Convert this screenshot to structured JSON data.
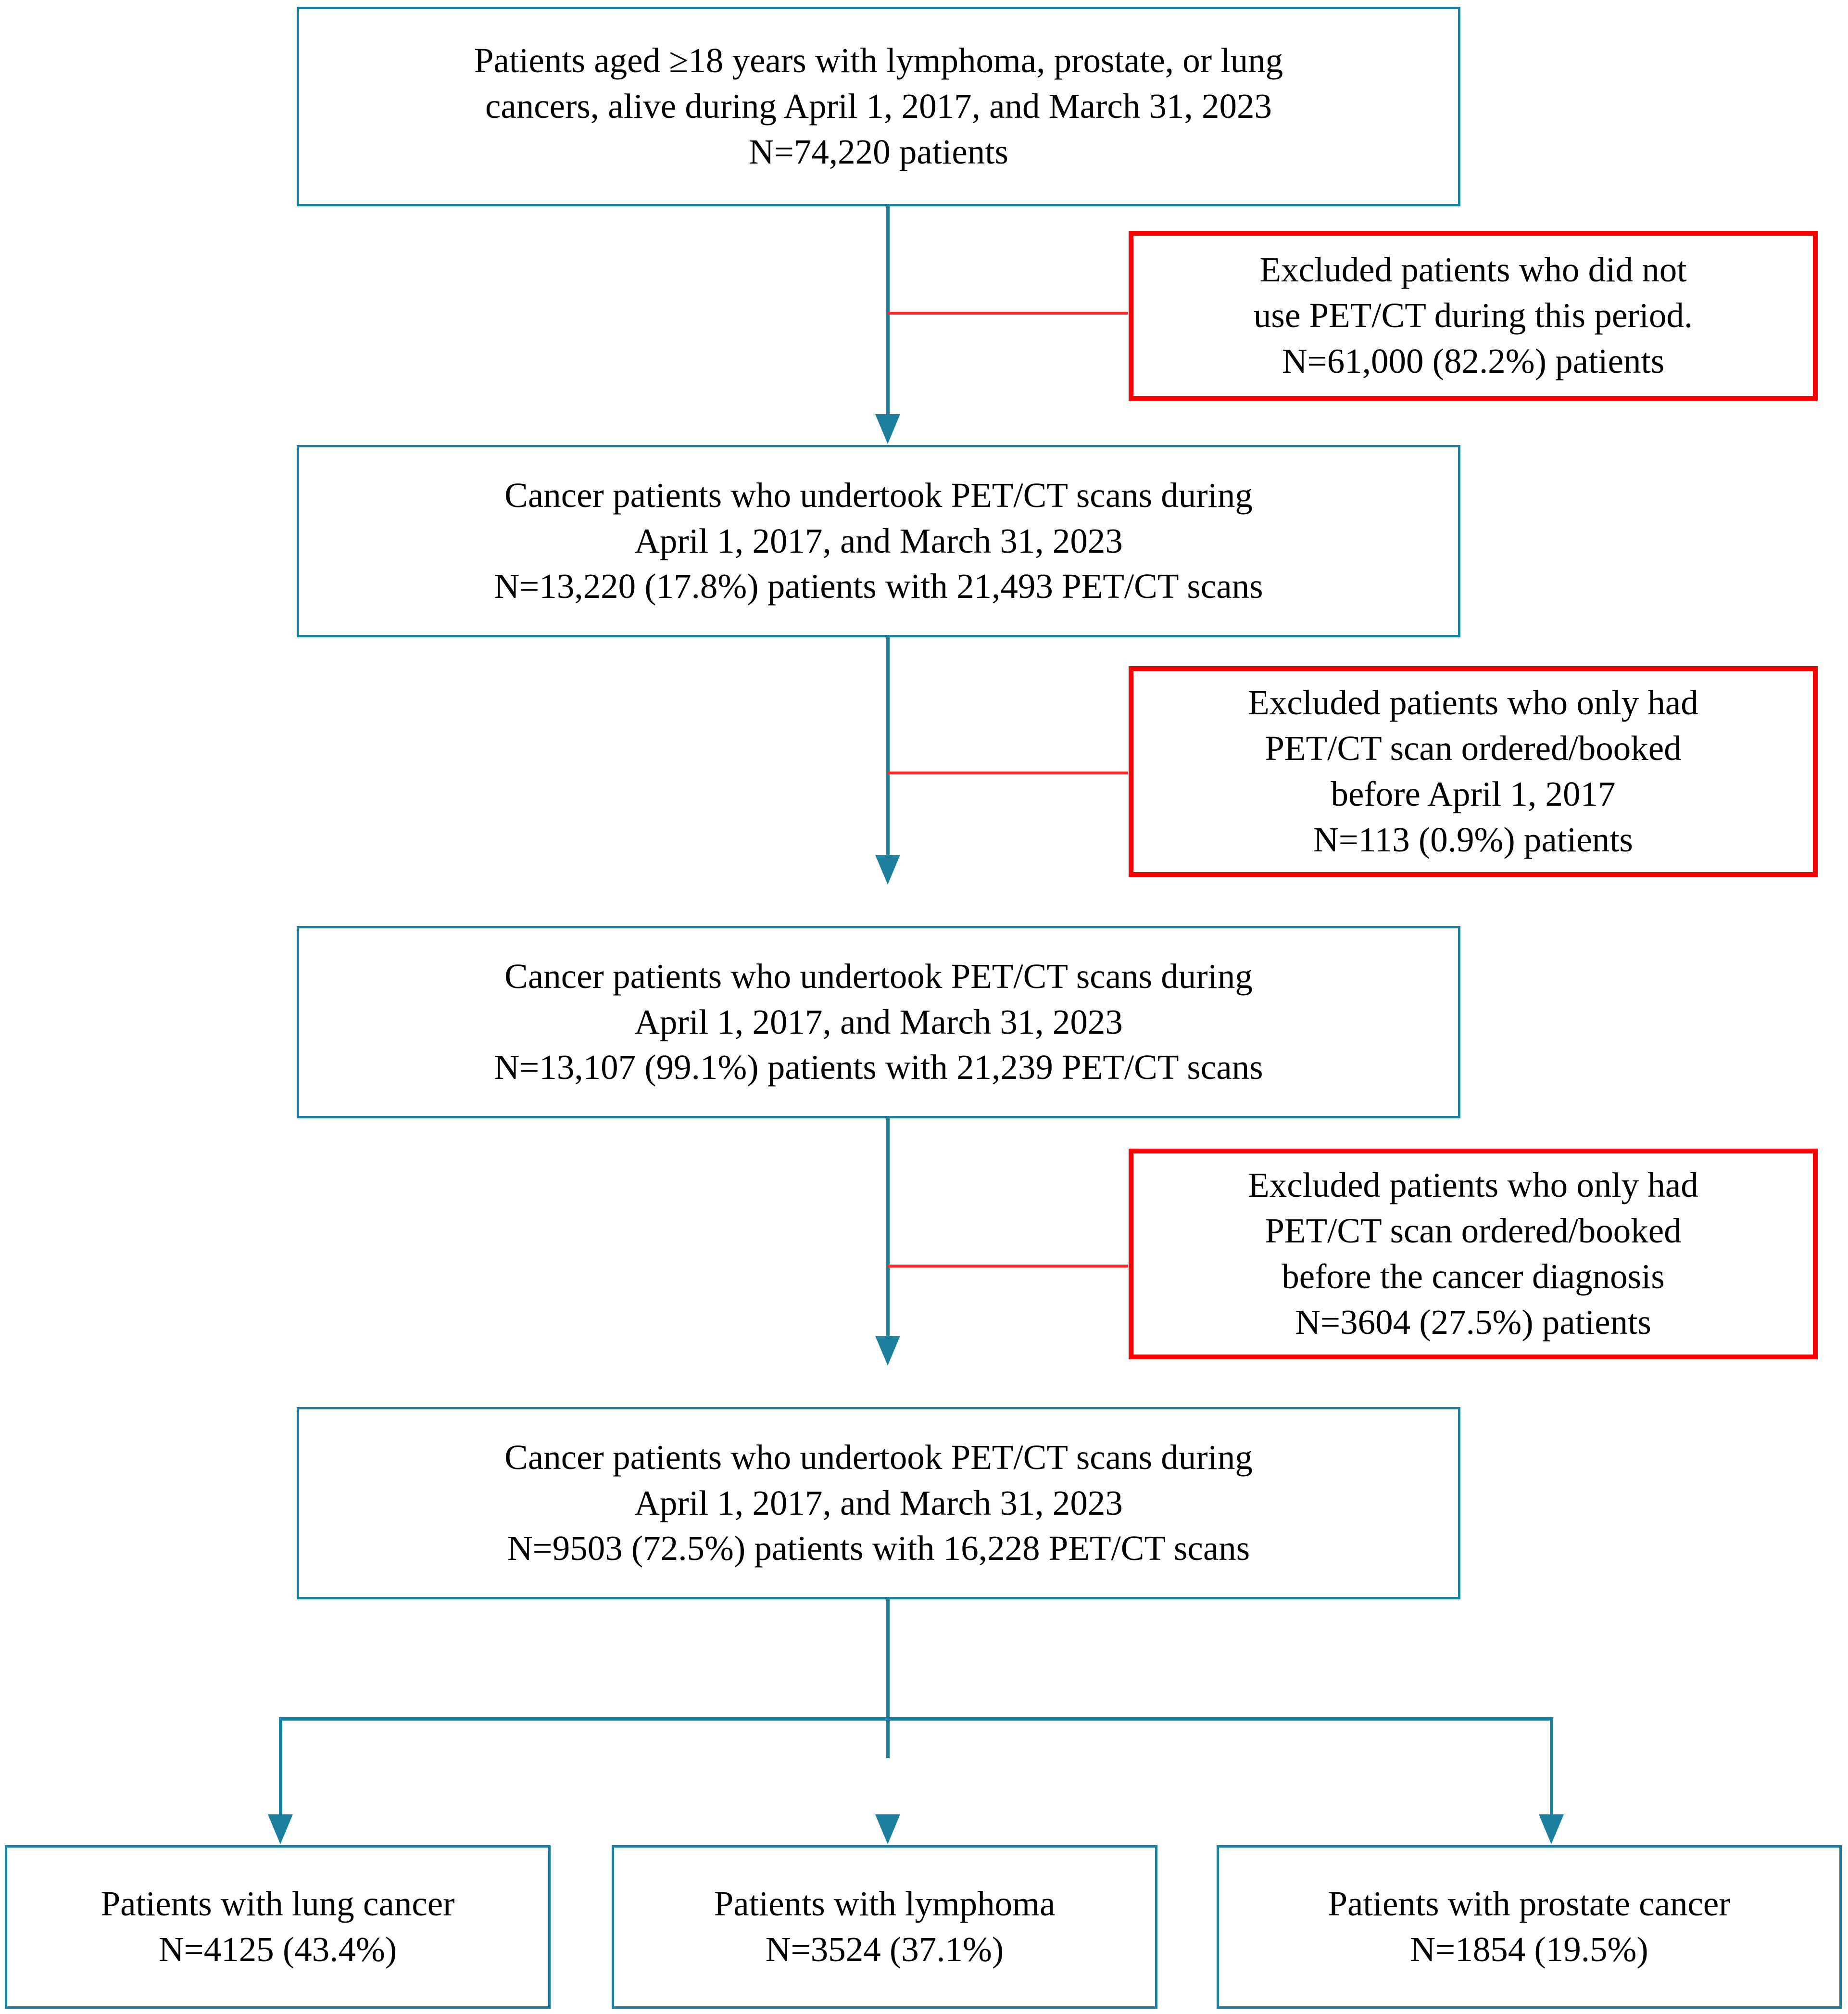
{
  "diagram": {
    "title": "PET/CT cancer patient cohort selection flowchart",
    "colors": {
      "box_blue": "#1c7f9e",
      "box_red": "#ff0000",
      "connector_blue": "#1c7f9e",
      "connector_red": "#ff2a2a",
      "text": "#000000",
      "background": "#ffffff"
    },
    "stages": [
      {
        "id": "stage-1-source-population",
        "lines": [
          "Patients aged ≥18 years with lymphoma, prostate, or lung",
          "cancers, alive during April 1, 2017, and March 31, 2023",
          "N=74,220 patients"
        ]
      },
      {
        "id": "stage-2-pet-ct-users",
        "lines": [
          "Cancer patients who undertook PET/CT scans during",
          "April 1, 2017, and March 31, 2023",
          "N=13,220 (17.8%) patients with 21,493 PET/CT scans"
        ]
      },
      {
        "id": "stage-3-after-pre-2017-exclusion",
        "lines": [
          "Cancer patients who undertook PET/CT scans during",
          "April 1, 2017, and March 31, 2023",
          "N=13,107 (99.1%) patients with 21,239 PET/CT scans"
        ]
      },
      {
        "id": "stage-4-final-cohort",
        "lines": [
          "Cancer patients who undertook PET/CT scans during",
          "April 1, 2017, and March 31, 2023",
          "N=9503 (72.5%) patients with 16,228 PET/CT scans"
        ]
      }
    ],
    "exclusions": [
      {
        "id": "exclusion-1-no-pet-ct",
        "lines": [
          "Excluded patients who did not",
          "use PET/CT during this period.",
          "N=61,000 (82.2%) patients"
        ]
      },
      {
        "id": "exclusion-2-booked-before-april-2017",
        "lines": [
          "Excluded patients who only had",
          "PET/CT scan ordered/booked",
          "before April 1, 2017",
          "N=113 (0.9%) patients"
        ]
      },
      {
        "id": "exclusion-3-booked-before-diagnosis",
        "lines": [
          "Excluded patients who only had",
          "PET/CT scan ordered/booked",
          "before the cancer diagnosis",
          "N=3604 (27.5%) patients"
        ]
      }
    ],
    "terminals": [
      {
        "id": "terminal-lung-cancer",
        "lines": [
          "Patients with lung cancer",
          "N=4125 (43.4%)"
        ]
      },
      {
        "id": "terminal-lymphoma",
        "lines": [
          "Patients with lymphoma",
          "N=3524 (37.1%)"
        ]
      },
      {
        "id": "terminal-prostate-cancer",
        "lines": [
          "Patients with prostate cancer",
          "N=1854 (19.5%)"
        ]
      }
    ]
  }
}
